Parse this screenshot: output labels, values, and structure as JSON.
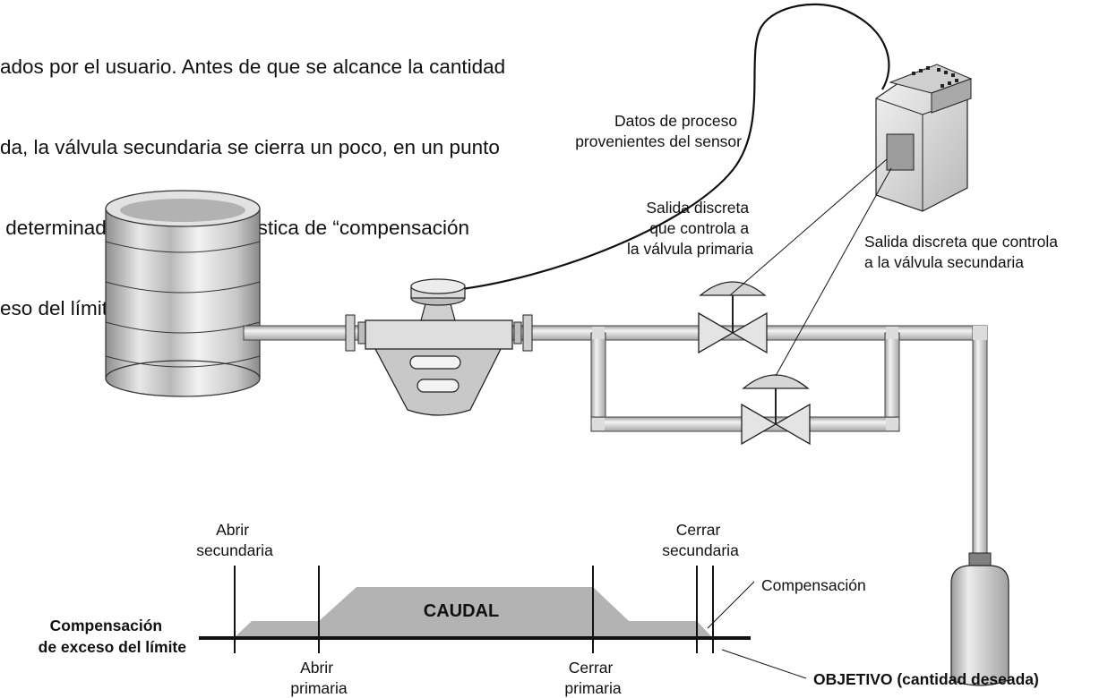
{
  "intro_lines": [
    "ados por el usuario. Antes de que se alcance la cantidad",
    "da, la válvula secundaria se cierra un poco, en un punto",
    " determinado por la característica de “compensación",
    "eso del límite”."
  ],
  "labels": {
    "sensor_data": [
      "Datos de proceso",
      "provenientes del sensor"
    ],
    "primary_output": [
      "Salida discreta",
      "que controla a",
      "la válvula primaria"
    ],
    "secondary_output": [
      "Salida discreta que controla",
      "a la válvula secundaria"
    ]
  },
  "timeline": {
    "open_secondary": [
      "Abrir",
      "secundaria"
    ],
    "close_secondary": [
      "Cerrar",
      "secundaria"
    ],
    "open_primary": [
      "Abrir",
      "primaria"
    ],
    "close_primary": [
      "Cerrar",
      "primaria"
    ],
    "compensation": "Compensación",
    "flow": "CAUDAL",
    "left_title": [
      "Compensación",
      "de exceso del límite"
    ],
    "target": "OBJETIVO (cantidad deseada)"
  },
  "colors": {
    "ink": "#111111",
    "metal": "#d4d4d4",
    "metal_dark": "#9a9a9a",
    "flow_fill": "#b3b3b3"
  }
}
